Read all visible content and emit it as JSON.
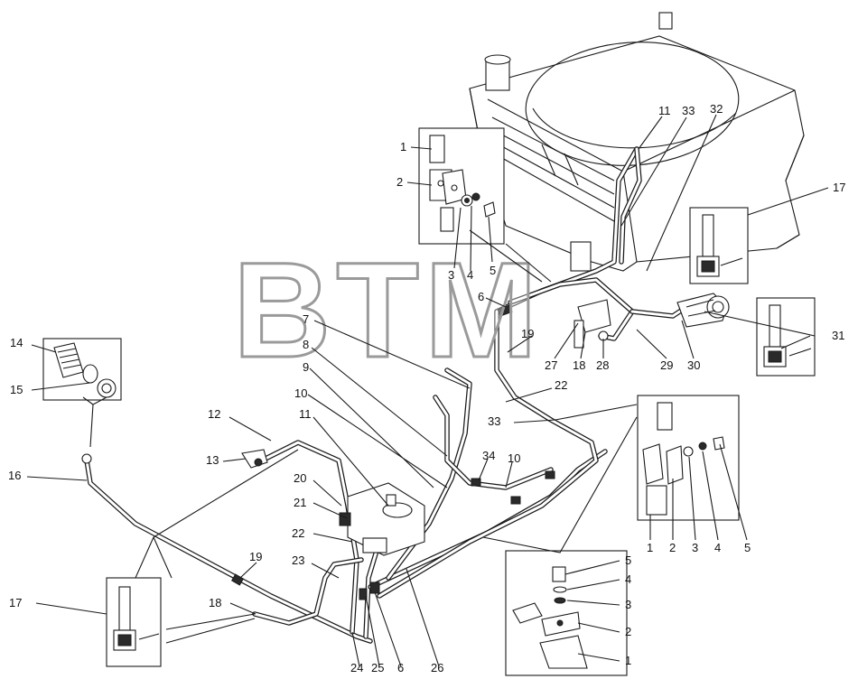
{
  "watermark": "BTM",
  "labels": [
    {
      "id": "c1_1",
      "text": "1"
    },
    {
      "id": "c1_2",
      "text": "2"
    },
    {
      "id": "c1_3",
      "text": "3"
    },
    {
      "id": "c1_4",
      "text": "4"
    },
    {
      "id": "c1_5",
      "text": "5"
    },
    {
      "id": "m11",
      "text": "11"
    },
    {
      "id": "m33",
      "text": "33"
    },
    {
      "id": "m32",
      "text": "32"
    },
    {
      "id": "m17",
      "text": "17"
    },
    {
      "id": "m6",
      "text": "6"
    },
    {
      "id": "m19",
      "text": "19"
    },
    {
      "id": "m27",
      "text": "27"
    },
    {
      "id": "m18",
      "text": "18"
    },
    {
      "id": "m28",
      "text": "28"
    },
    {
      "id": "m29",
      "text": "29"
    },
    {
      "id": "m30",
      "text": "30"
    },
    {
      "id": "m31",
      "text": "31"
    },
    {
      "id": "m7",
      "text": "7"
    },
    {
      "id": "m8",
      "text": "8"
    },
    {
      "id": "m9",
      "text": "9"
    },
    {
      "id": "m10a",
      "text": "10"
    },
    {
      "id": "m11b",
      "text": "11"
    },
    {
      "id": "m22a",
      "text": "22"
    },
    {
      "id": "m33b",
      "text": "33"
    },
    {
      "id": "m34",
      "text": "34"
    },
    {
      "id": "m10b",
      "text": "10"
    },
    {
      "id": "l14",
      "text": "14"
    },
    {
      "id": "l15",
      "text": "15"
    },
    {
      "id": "l16",
      "text": "16"
    },
    {
      "id": "l12",
      "text": "12"
    },
    {
      "id": "l13",
      "text": "13"
    },
    {
      "id": "l20",
      "text": "20"
    },
    {
      "id": "l21",
      "text": "21"
    },
    {
      "id": "l22",
      "text": "22"
    },
    {
      "id": "l23",
      "text": "23"
    },
    {
      "id": "l19",
      "text": "19"
    },
    {
      "id": "l17",
      "text": "17"
    },
    {
      "id": "l18",
      "text": "18"
    },
    {
      "id": "b24",
      "text": "24"
    },
    {
      "id": "b25",
      "text": "25"
    },
    {
      "id": "b6",
      "text": "6"
    },
    {
      "id": "b26",
      "text": "26"
    },
    {
      "id": "r1",
      "text": "1"
    },
    {
      "id": "r2",
      "text": "2"
    },
    {
      "id": "r3",
      "text": "3"
    },
    {
      "id": "r4",
      "text": "4"
    },
    {
      "id": "r5",
      "text": "5"
    },
    {
      "id": "br5",
      "text": "5"
    },
    {
      "id": "br4",
      "text": "4"
    },
    {
      "id": "br3",
      "text": "3"
    },
    {
      "id": "br2",
      "text": "2"
    },
    {
      "id": "br1",
      "text": "1"
    }
  ]
}
